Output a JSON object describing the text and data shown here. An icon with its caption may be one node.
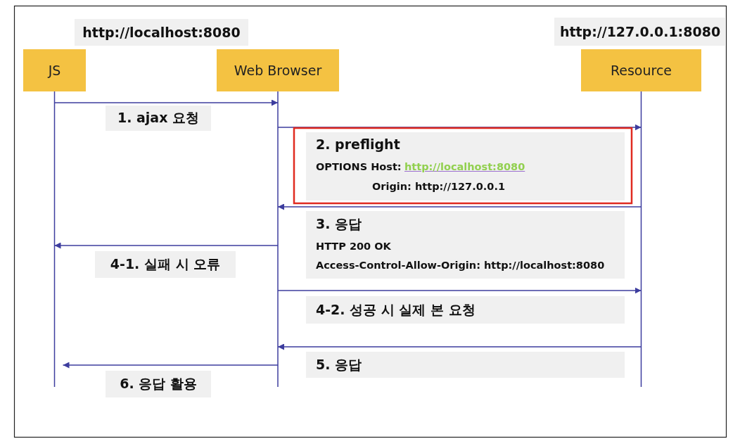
{
  "diagram": {
    "nodes": [
      {
        "text": [
          "JS"
        ]
      },
      {
        "text": [
          "Web Browser"
        ]
      },
      {
        "text": [
          "Resource"
        ]
      }
    ],
    "edges": [
      {
        "from": 0,
        "to": 1,
        "arrow": "to",
        "label": "1. ajax 요청"
      },
      {
        "from": 1,
        "to": 2,
        "arrow": "to",
        "label": "2. preflight"
      },
      {
        "from": 2,
        "to": 1,
        "arrow": "to",
        "label": "3. 응답"
      },
      {
        "from": 1,
        "to": 0,
        "arrow": "to",
        "label": "4-1. 실패 시 오류"
      },
      {
        "from": 1,
        "to": 2,
        "arrow": "to",
        "label": "4-2. 성공 시 실제 본 요청"
      },
      {
        "from": 2,
        "to": 1,
        "arrow": "to",
        "label": "5. 응답"
      },
      {
        "from": 1,
        "to": 0,
        "arrow": "to",
        "label": "6. 응답 활용"
      }
    ],
    "labels": [
      "http://localhost:8080",
      "http://127.0.0.1:8080",
      "OPTIONS Host:",
      "http://localhost:8080",
      "Origin: http://127.0.0.1",
      "HTTP 200 OK",
      "Access-Control-Allow-Origin: http://localhost:8080"
    ]
  }
}
